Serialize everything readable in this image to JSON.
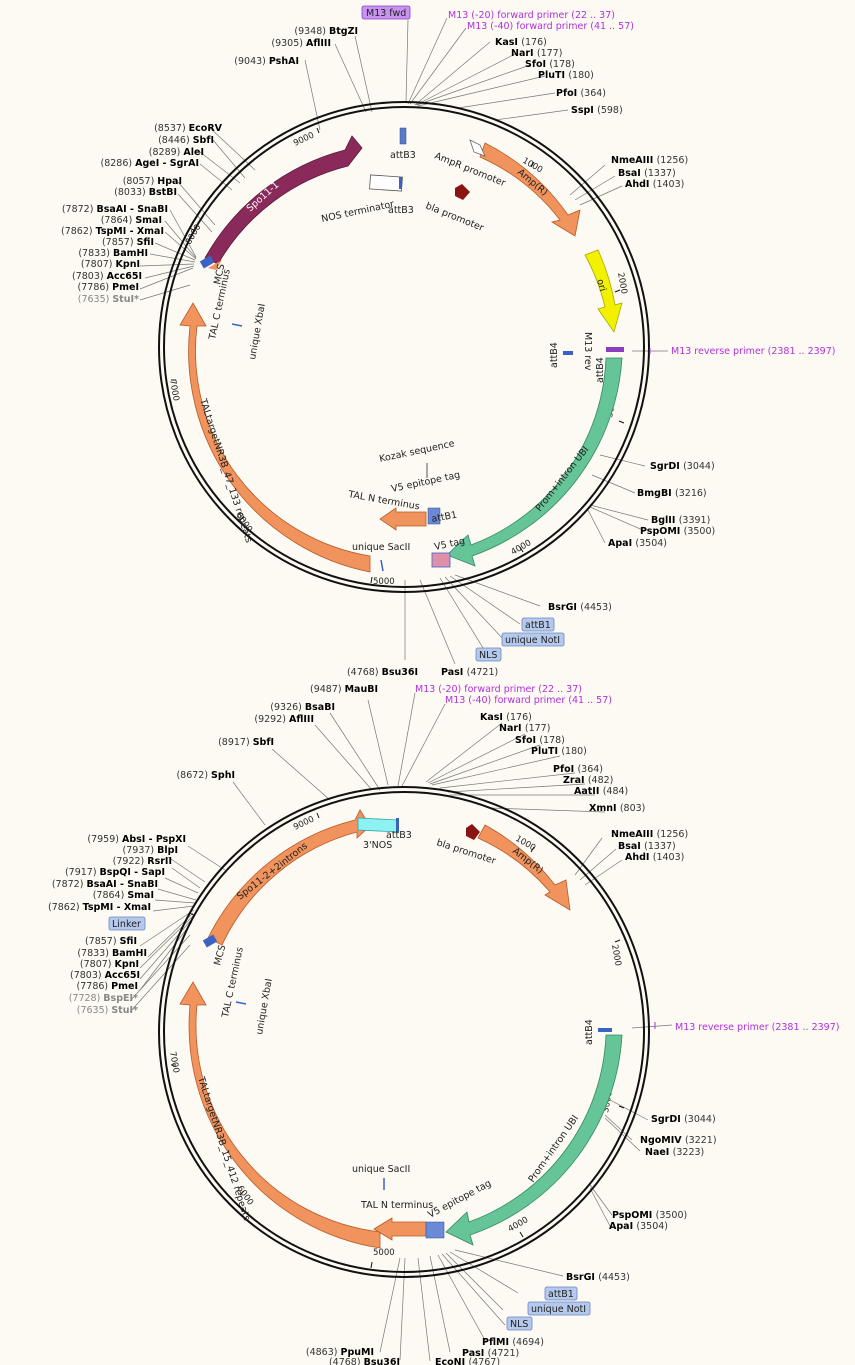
{
  "map1": {
    "sites_top": [
      {
        "pos": "(9348)",
        "name": "BtgZI"
      },
      {
        "pos": "(9305)",
        "name": "AflIII"
      },
      {
        "pos": "(9043)",
        "name": "PshAI"
      },
      {
        "pos": "(176)",
        "name": "KasI"
      },
      {
        "pos": "(177)",
        "name": "NarI"
      },
      {
        "pos": "(178)",
        "name": "SfoI"
      },
      {
        "pos": "(180)",
        "name": "PluTI"
      },
      {
        "pos": "(364)",
        "name": "PfoI"
      },
      {
        "pos": "(598)",
        "name": "SspI"
      }
    ],
    "sites_left": [
      {
        "pos": "(8537)",
        "name": "EcoRV"
      },
      {
        "pos": "(8446)",
        "name": "SbfI"
      },
      {
        "pos": "(8289)",
        "name": "AleI"
      },
      {
        "pos": "(8286)",
        "name": "AgeI - SgrAI"
      },
      {
        "pos": "(8057)",
        "name": "HpaI"
      },
      {
        "pos": "(8033)",
        "name": "BstBI"
      },
      {
        "pos": "(7872)",
        "name": "BsaAI - SnaBI"
      },
      {
        "pos": "(7864)",
        "name": "SmaI"
      },
      {
        "pos": "(7862)",
        "name": "TspMI - XmaI"
      },
      {
        "pos": "(7857)",
        "name": "SfiI"
      },
      {
        "pos": "(7833)",
        "name": "BamHI"
      },
      {
        "pos": "(7807)",
        "name": "KpnI"
      },
      {
        "pos": "(7803)",
        "name": "Acc65I"
      },
      {
        "pos": "(7786)",
        "name": "PmeI"
      },
      {
        "pos": "(7635)",
        "name": "StuI*"
      }
    ],
    "sites_right": [
      {
        "pos": "(1256)",
        "name": "NmeAIII"
      },
      {
        "pos": "(1337)",
        "name": "BsaI"
      },
      {
        "pos": "(1403)",
        "name": "AhdI"
      },
      {
        "pos": "(3044)",
        "name": "SgrDI"
      },
      {
        "pos": "(3216)",
        "name": "BmgBI"
      },
      {
        "pos": "(3391)",
        "name": "BglII"
      },
      {
        "pos": "(3500)",
        "name": "PspOMI"
      },
      {
        "pos": "(3504)",
        "name": "ApaI"
      }
    ],
    "sites_bottom": [
      {
        "pos": "(4453)",
        "name": "BsrGI"
      },
      {
        "pos": "(4768)",
        "name": "Bsu36I"
      },
      {
        "pos": "(4721)",
        "name": "PasI"
      }
    ],
    "badges": [
      "M13 fwd",
      "attB1",
      "unique NotI",
      "NLS"
    ],
    "primers": [
      "M13 (-20) forward primer  (22 .. 37)",
      "M13 (-40) forward primer  (41 .. 57)",
      "M13 reverse primer  (2381 .. 2397)"
    ],
    "features": {
      "spo": "Spo11-1",
      "ampr_promoter": "AmpR promoter",
      "ampr": "Amp(R)",
      "ori": "ori",
      "prom": "Prom+intron UBI",
      "tal": "TALtargetNR3B_47_133 repeats",
      "tal_n": "TAL N terminus",
      "tal_c": "TAL C terminus",
      "mcs": "MCS",
      "attb3a": "attB3",
      "attb3b": "attB3",
      "nos": "NOS terminator",
      "bla": "bla promoter",
      "attb4a": "attB4",
      "attb4b": "attB4",
      "m13rev": "M13 rev",
      "kozak": "Kozak sequence",
      "v5epi": "V5 epitope tag",
      "attb1": "attB1",
      "v5tag": "V5 tag",
      "sacii": "unique SacII",
      "xbai": "unique XbaI"
    },
    "ticks": [
      "1000",
      "2000",
      "3000",
      "4000",
      "5000",
      "6000",
      "7000",
      "8000",
      "9000"
    ]
  },
  "map2": {
    "sites_top": [
      {
        "pos": "(9487)",
        "name": "MauBI"
      },
      {
        "pos": "(9326)",
        "name": "BsaBI"
      },
      {
        "pos": "(9292)",
        "name": "AflIII"
      },
      {
        "pos": "(8917)",
        "name": "SbfI"
      },
      {
        "pos": "(8672)",
        "name": "SphI"
      },
      {
        "pos": "(176)",
        "name": "KasI"
      },
      {
        "pos": "(177)",
        "name": "NarI"
      },
      {
        "pos": "(178)",
        "name": "SfoI"
      },
      {
        "pos": "(180)",
        "name": "PluTI"
      },
      {
        "pos": "(364)",
        "name": "PfoI"
      },
      {
        "pos": "(482)",
        "name": "ZraI"
      },
      {
        "pos": "(484)",
        "name": "AatII"
      },
      {
        "pos": "(803)",
        "name": "XmnI"
      }
    ],
    "sites_left": [
      {
        "pos": "(7959)",
        "name": "AbsI - PspXI"
      },
      {
        "pos": "(7937)",
        "name": "BlpI"
      },
      {
        "pos": "(7922)",
        "name": "RsrII"
      },
      {
        "pos": "(7917)",
        "name": "BspQI - SapI"
      },
      {
        "pos": "(7872)",
        "name": "BsaAI - SnaBI"
      },
      {
        "pos": "(7864)",
        "name": "SmaI"
      },
      {
        "pos": "(7862)",
        "name": "TspMI - XmaI"
      },
      {
        "pos": "(7857)",
        "name": "SfiI"
      },
      {
        "pos": "(7833)",
        "name": "BamHI"
      },
      {
        "pos": "(7807)",
        "name": "KpnI"
      },
      {
        "pos": "(7803)",
        "name": "Acc65I"
      },
      {
        "pos": "(7786)",
        "name": "PmeI"
      },
      {
        "pos": "(7728)",
        "name": "BspEI*"
      },
      {
        "pos": "(7635)",
        "name": "StuI*"
      }
    ],
    "sites_right": [
      {
        "pos": "(1256)",
        "name": "NmeAIII"
      },
      {
        "pos": "(1337)",
        "name": "BsaI"
      },
      {
        "pos": "(1403)",
        "name": "AhdI"
      },
      {
        "pos": "(3044)",
        "name": "SgrDI"
      },
      {
        "pos": "(3221)",
        "name": "NgoMIV"
      },
      {
        "pos": "(3223)",
        "name": "NaeI"
      },
      {
        "pos": "(3500)",
        "name": "PspOMI"
      },
      {
        "pos": "(3504)",
        "name": "ApaI"
      }
    ],
    "sites_bottom": [
      {
        "pos": "(4453)",
        "name": "BsrGI"
      },
      {
        "pos": "(4694)",
        "name": "PflMI"
      },
      {
        "pos": "(4721)",
        "name": "PasI"
      },
      {
        "pos": "(4863)",
        "name": "PpuMI"
      },
      {
        "pos": "(4768)",
        "name": "Bsu36I"
      },
      {
        "pos": "(4767)",
        "name": "EcoNI"
      }
    ],
    "badges": [
      "Linker",
      "attB1",
      "unique NotI",
      "NLS"
    ],
    "primers": [
      "M13 (-20) forward primer  (22 .. 37)",
      "M13 (-40) forward primer  (41 .. 57)",
      "M13 reverse primer  (2381 .. 2397)"
    ],
    "features": {
      "spo": "Spo11-2+2introns",
      "bla": "bla promoter",
      "ampr": "Amp(R)",
      "prom": "Prom+intron UBI",
      "tal": "TALtargetNR3B_15_412 repeats",
      "tal_n": "TAL N terminus",
      "tal_c": "TAL C terminus",
      "mcs": "MCS",
      "attb3": "attB3",
      "nos": "3'NOS",
      "attb4": "attB4",
      "v5epi": "V5 epitope tag",
      "sacii": "unique SacII",
      "xbai": "unique XbaI"
    },
    "ticks": [
      "1000",
      "2000",
      "3000",
      "4000",
      "5000",
      "6000",
      "7000",
      "9000"
    ]
  }
}
